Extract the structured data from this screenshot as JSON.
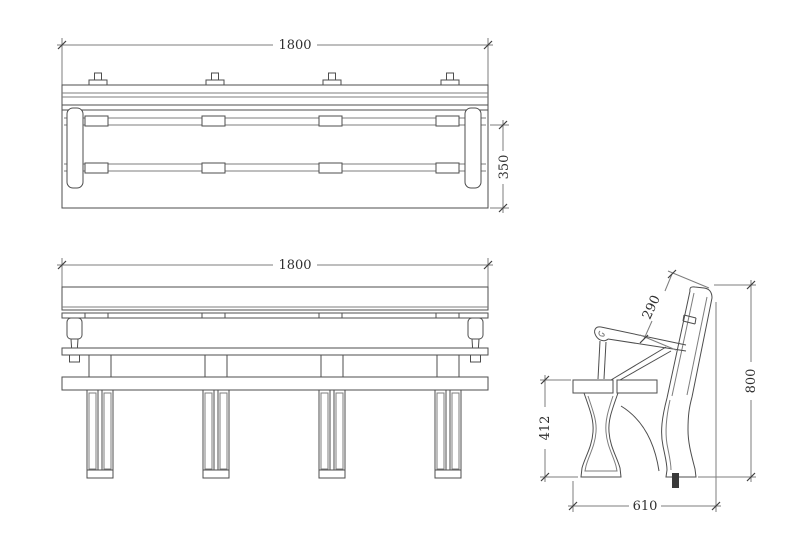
{
  "drawing": {
    "type": "bench-technical-drawing",
    "background_color": "#ffffff",
    "line_color": "#4d4d4d",
    "text_color": "#2f2f2f",
    "views": {
      "top_view": {
        "name": "top-view"
      },
      "front_view": {
        "name": "front-view"
      },
      "side_view": {
        "name": "side-view"
      }
    }
  },
  "dims": {
    "top_width": "1800",
    "top_depth": "350",
    "front_width": "1800",
    "back_height": "290",
    "overall_height": "800",
    "seat_height": "412",
    "overall_depth": "610"
  }
}
